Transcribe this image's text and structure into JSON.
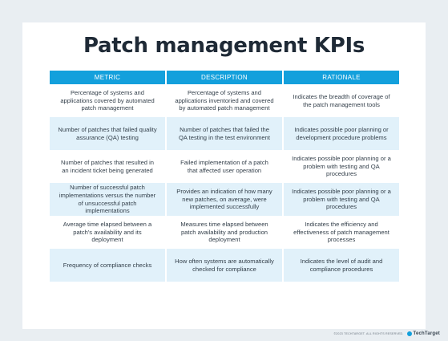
{
  "title": "Patch management KPIs",
  "columns": [
    "METRIC",
    "DESCRIPTION",
    "RATIONALE"
  ],
  "rows": [
    {
      "metric": "Percentage of systems and applications covered by automated patch management",
      "description": "Percentage of systems and applications inventoried and covered by automated patch management",
      "rationale": "Indicates the breadth of coverage of the patch management tools"
    },
    {
      "metric": "Number of patches that failed quality assurance (QA) testing",
      "description": "Number of patches that failed the QA testing in the test environment",
      "rationale": "Indicates possible poor planning or development procedure problems"
    },
    {
      "metric": "Number of patches that resulted in an incident ticket being generated",
      "description": "Failed implementation of a patch that affected user operation",
      "rationale": "Indicates possible poor planning or a problem with testing and QA procedures"
    },
    {
      "metric": "Number of successful patch implementations versus the number of unsuccessful patch implementations",
      "description": "Provides an indication of how many new patches, on average, were implemented successfully",
      "rationale": "Indicates possible poor planning or a problem with testing and QA procedures"
    },
    {
      "metric": "Average time elapsed between a patch's availability and its deployment",
      "description": "Measures time elapsed between patch availability and production deployment",
      "rationale": "Indicates the efficiency and effectiveness of patch management processes"
    },
    {
      "metric": "Frequency of compliance checks",
      "description": "How often systems are automatically checked for compliance",
      "rationale": "Indicates the level of audit and compliance procedures"
    }
  ],
  "footer": {
    "copyright": "©2023 TECHTARGET. ALL RIGHTS RESERVED.",
    "logo": "TechTarget"
  }
}
